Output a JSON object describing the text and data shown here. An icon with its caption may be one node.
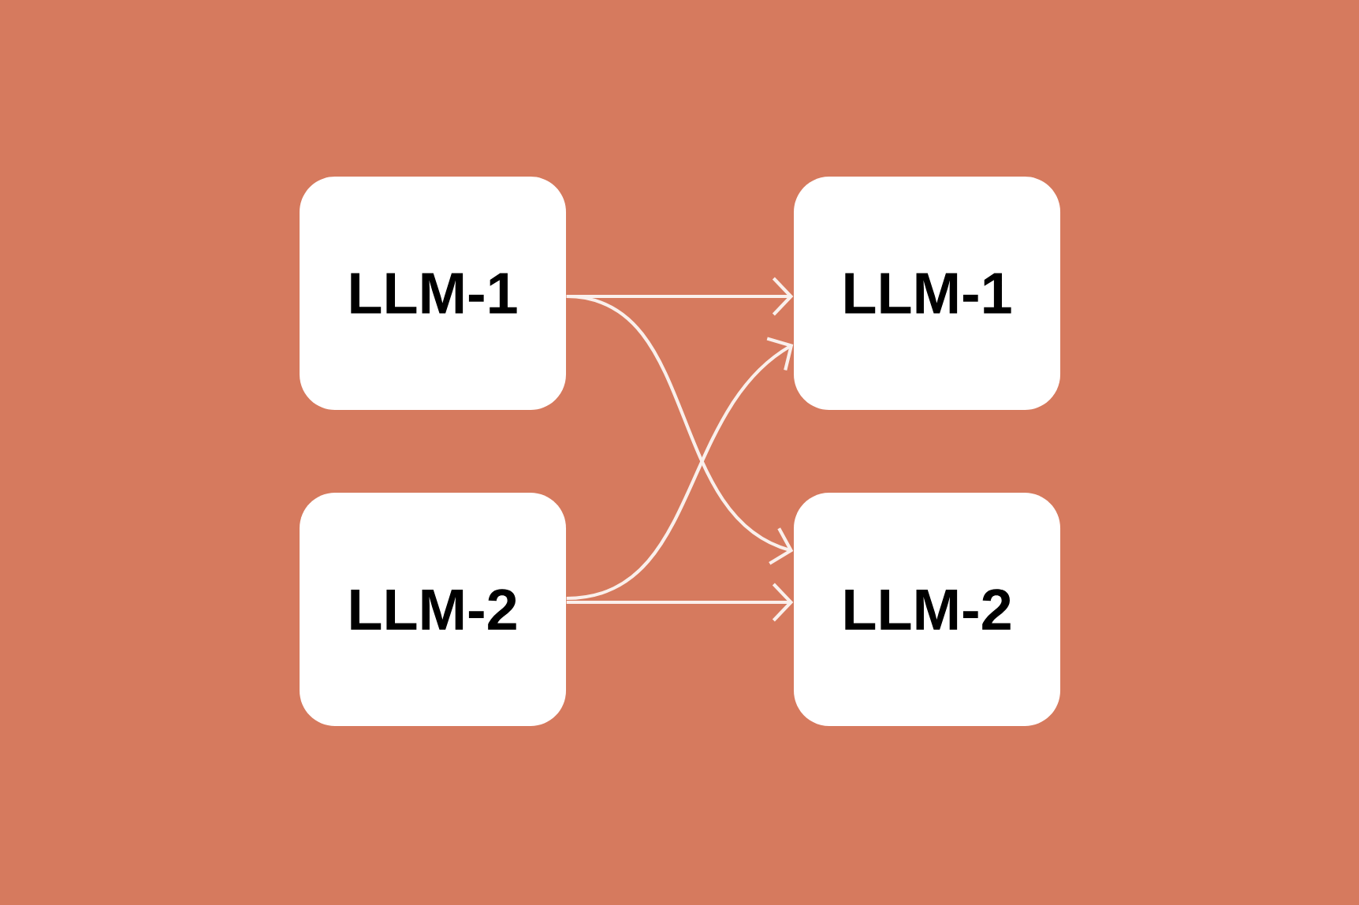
{
  "diagram": {
    "nodes": [
      {
        "text": [
          "LLM-1"
        ]
      },
      {
        "text": [
          "LLM-2"
        ]
      },
      {
        "text": [
          "LLM-1"
        ]
      },
      {
        "text": [
          "LLM-2"
        ]
      }
    ],
    "edges": [
      {
        "from": 0,
        "to": 2,
        "arrow": "to"
      },
      {
        "from": 0,
        "to": 3,
        "arrow": "to"
      },
      {
        "from": 1,
        "to": 2,
        "arrow": "to"
      },
      {
        "from": 1,
        "to": 3,
        "arrow": "to"
      }
    ]
  }
}
